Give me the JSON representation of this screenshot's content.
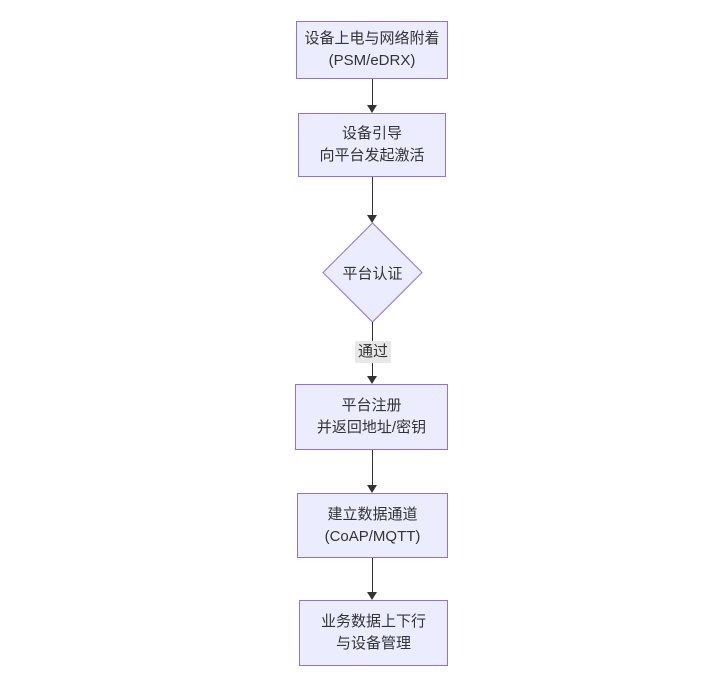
{
  "diagram": {
    "type": "flowchart-vertical",
    "colors": {
      "node_fill": "#ECECFF",
      "node_border": "#9370DB",
      "arrow": "#333333",
      "edge_label_bg": "#e8e8e8",
      "text": "#333333",
      "background": "#ffffff"
    },
    "nodes": [
      {
        "id": "power-attach",
        "shape": "rect",
        "line1": "设备上电与网络附着",
        "line2": "(PSM/eDRX)"
      },
      {
        "id": "bootstrap",
        "shape": "rect",
        "line1": "设备引导",
        "line2": "向平台发起激活"
      },
      {
        "id": "platform-auth",
        "shape": "diamond",
        "label": "平台认证"
      },
      {
        "id": "register",
        "shape": "rect",
        "line1": "平台注册",
        "line2": "并返回地址/密钥"
      },
      {
        "id": "data-channel",
        "shape": "rect",
        "line1": "建立数据通道",
        "line2": "(CoAP/MQTT)"
      },
      {
        "id": "business-data",
        "shape": "rect",
        "line1": "业务数据上下行",
        "line2": "与设备管理"
      }
    ],
    "edges": [
      {
        "from": "power-attach",
        "to": "bootstrap",
        "label": ""
      },
      {
        "from": "bootstrap",
        "to": "platform-auth",
        "label": ""
      },
      {
        "from": "platform-auth",
        "to": "register",
        "label": "通过"
      },
      {
        "from": "register",
        "to": "data-channel",
        "label": ""
      },
      {
        "from": "data-channel",
        "to": "business-data",
        "label": ""
      }
    ]
  }
}
